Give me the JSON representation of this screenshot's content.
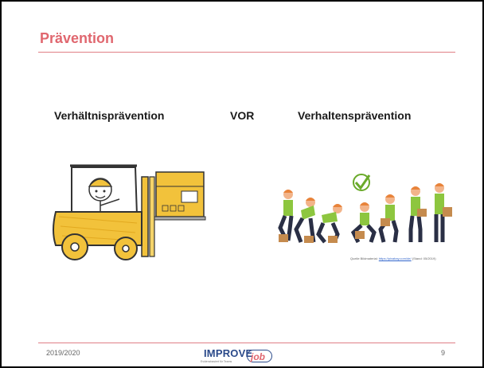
{
  "slide": {
    "title": "Prävention",
    "heading_left": "Verhältnisprävention",
    "heading_middle": "VOR",
    "heading_right": "Verhaltensprävention",
    "caption": {
      "prefix": "Quelle Bildmaterial: ",
      "link": "https://pixabay.com/de/",
      "suffix": " (Stand: 05/2019)"
    },
    "footer": {
      "date": "2019/2020",
      "page_number": "9",
      "logo_main": "IMPROVE",
      "logo_job": "job",
      "logo_sub": "Evidenzbasiert für Teams"
    }
  },
  "colors": {
    "accent": "#e0676f",
    "logo_blue": "#2b4a8a",
    "shirt_green": "#8dc63f",
    "hair_orange": "#e8833a",
    "forklift_yellow": "#f2c23b"
  },
  "illustrations": {
    "forklift": "forklift-with-box-drawing",
    "workers": "lifting-posture-sequence-with-checkmark"
  }
}
